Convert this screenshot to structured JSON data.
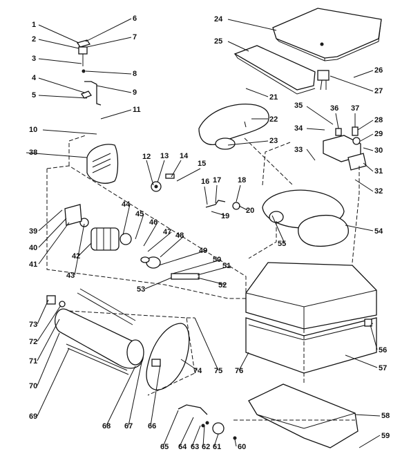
{
  "callouts": [
    {
      "id": "c1",
      "label": "1"
    },
    {
      "id": "c2",
      "label": "2"
    },
    {
      "id": "c3",
      "label": "3"
    },
    {
      "id": "c4",
      "label": "4"
    },
    {
      "id": "c5",
      "label": "5"
    },
    {
      "id": "c6",
      "label": "6"
    },
    {
      "id": "c7",
      "label": "7"
    },
    {
      "id": "c8",
      "label": "8"
    },
    {
      "id": "c9",
      "label": "9"
    },
    {
      "id": "c10",
      "label": "10"
    },
    {
      "id": "c11",
      "label": "11"
    },
    {
      "id": "c12",
      "label": "12"
    },
    {
      "id": "c13",
      "label": "13"
    },
    {
      "id": "c14",
      "label": "14"
    },
    {
      "id": "c15",
      "label": "15"
    },
    {
      "id": "c16",
      "label": "16"
    },
    {
      "id": "c17",
      "label": "17"
    },
    {
      "id": "c18",
      "label": "18"
    },
    {
      "id": "c19",
      "label": "19"
    },
    {
      "id": "c20",
      "label": "20"
    },
    {
      "id": "c21",
      "label": "21"
    },
    {
      "id": "c22",
      "label": "22"
    },
    {
      "id": "c23",
      "label": "23"
    },
    {
      "id": "c24",
      "label": "24"
    },
    {
      "id": "c25",
      "label": "25"
    },
    {
      "id": "c26",
      "label": "26"
    },
    {
      "id": "c27",
      "label": "27"
    },
    {
      "id": "c28",
      "label": "28"
    },
    {
      "id": "c29",
      "label": "29"
    },
    {
      "id": "c30",
      "label": "30"
    },
    {
      "id": "c31",
      "label": "31"
    },
    {
      "id": "c32",
      "label": "32"
    },
    {
      "id": "c33",
      "label": "33"
    },
    {
      "id": "c34",
      "label": "34"
    },
    {
      "id": "c35",
      "label": "35"
    },
    {
      "id": "c36",
      "label": "36"
    },
    {
      "id": "c37",
      "label": "37"
    },
    {
      "id": "c38",
      "label": "38"
    },
    {
      "id": "c39",
      "label": "39"
    },
    {
      "id": "c40",
      "label": "40"
    },
    {
      "id": "c41",
      "label": "41"
    },
    {
      "id": "c42",
      "label": "42"
    },
    {
      "id": "c43",
      "label": "43"
    },
    {
      "id": "c44",
      "label": "44"
    },
    {
      "id": "c45",
      "label": "45"
    },
    {
      "id": "c46",
      "label": "46"
    },
    {
      "id": "c47",
      "label": "47"
    },
    {
      "id": "c48",
      "label": "48"
    },
    {
      "id": "c49",
      "label": "49"
    },
    {
      "id": "c50",
      "label": "50"
    },
    {
      "id": "c51",
      "label": "51"
    },
    {
      "id": "c52",
      "label": "52"
    },
    {
      "id": "c53",
      "label": "53"
    },
    {
      "id": "c54",
      "label": "54"
    },
    {
      "id": "c55",
      "label": "55"
    },
    {
      "id": "c56",
      "label": "56"
    },
    {
      "id": "c57",
      "label": "57"
    },
    {
      "id": "c58",
      "label": "58"
    },
    {
      "id": "c59",
      "label": "59"
    },
    {
      "id": "c60",
      "label": "60"
    },
    {
      "id": "c61",
      "label": "61"
    },
    {
      "id": "c62",
      "label": "62"
    },
    {
      "id": "c63",
      "label": "63"
    },
    {
      "id": "c64",
      "label": "64"
    },
    {
      "id": "c65",
      "label": "65"
    },
    {
      "id": "c66",
      "label": "66"
    },
    {
      "id": "c67",
      "label": "67"
    },
    {
      "id": "c68",
      "label": "68"
    },
    {
      "id": "c69",
      "label": "69"
    },
    {
      "id": "c70",
      "label": "70"
    },
    {
      "id": "c71",
      "label": "71"
    },
    {
      "id": "c72",
      "label": "72"
    },
    {
      "id": "c73",
      "label": "73"
    },
    {
      "id": "c74",
      "label": "74"
    },
    {
      "id": "c75",
      "label": "75"
    },
    {
      "id": "c76",
      "label": "76"
    }
  ]
}
